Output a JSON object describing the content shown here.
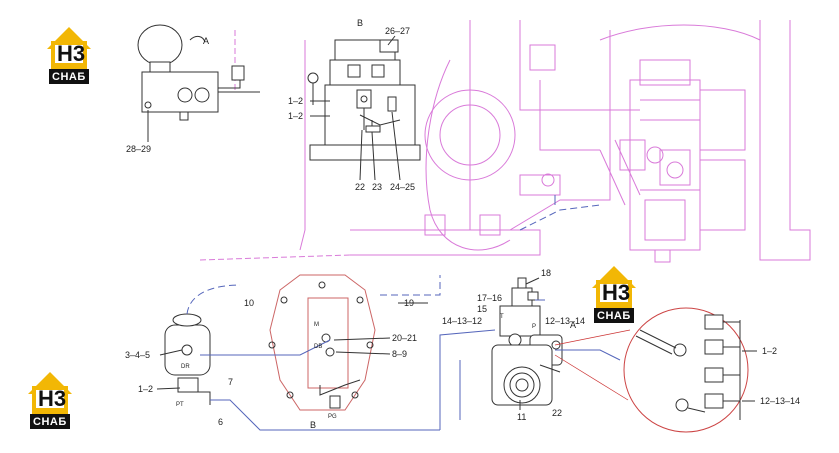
{
  "logos": [
    {
      "top": "H3",
      "bottom": "СНАБ"
    },
    {
      "top": "H3",
      "bottom": "СНАБ"
    },
    {
      "top": "H3",
      "bottom": "СНАБ"
    }
  ],
  "view_labels": {
    "a_top": "A",
    "b_top": "B",
    "b_bottom": "B",
    "a_mid": "A"
  },
  "callouts": {
    "c28_29": "28–29",
    "c26_27": "26–27",
    "c1_2_a": "1–2",
    "c1_2_b": "1–2",
    "c22_top": "22",
    "c23": "23",
    "c24_25": "24–25",
    "c10": "10",
    "c19": "19",
    "c18": "18",
    "c17_16": "17–16",
    "c15": "15",
    "c14_13_12": "14–13–12",
    "c12_13_14_mid": "12–13–14",
    "c3_4_5": "3–4–5",
    "c7": "7",
    "c1_2_c": "1–2",
    "c6": "6",
    "c20_21": "20–21",
    "c8_9": "8–9",
    "c11": "11",
    "c22_bottom": "22",
    "c1_2_detail": "1–2",
    "c12_13_14_detail": "12–13–14"
  },
  "port_labels": {
    "dr": "DR",
    "pt": "PT",
    "m": "M",
    "db": "DB",
    "pg": "PG",
    "t": "T",
    "p": "P"
  }
}
